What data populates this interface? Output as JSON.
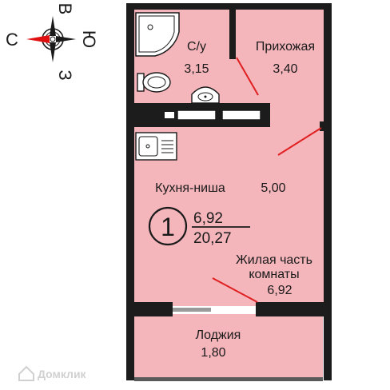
{
  "compass": {
    "north": "С",
    "east": "В",
    "south": "Ю",
    "west": "З"
  },
  "rooms": {
    "bathroom": {
      "name": "С/у",
      "area": "3,15"
    },
    "hallway": {
      "name": "Прихожая",
      "area": "3,40"
    },
    "kitchen": {
      "name": "Кухня-ниша",
      "area": "5,00"
    },
    "living": {
      "name_line1": "Жилая часть",
      "name_line2": "комнаты",
      "area": "6,92"
    },
    "loggia": {
      "name": "Лоджия",
      "area": "1,80"
    }
  },
  "summary": {
    "room_count": "1",
    "living_area": "6,92",
    "total_area": "20,27"
  },
  "watermark": {
    "text": "Домклик"
  },
  "colors": {
    "floor": "#f4b5bb",
    "wall": "#1c1c1c",
    "door": "#e02020",
    "compass_red": "#e01010"
  }
}
